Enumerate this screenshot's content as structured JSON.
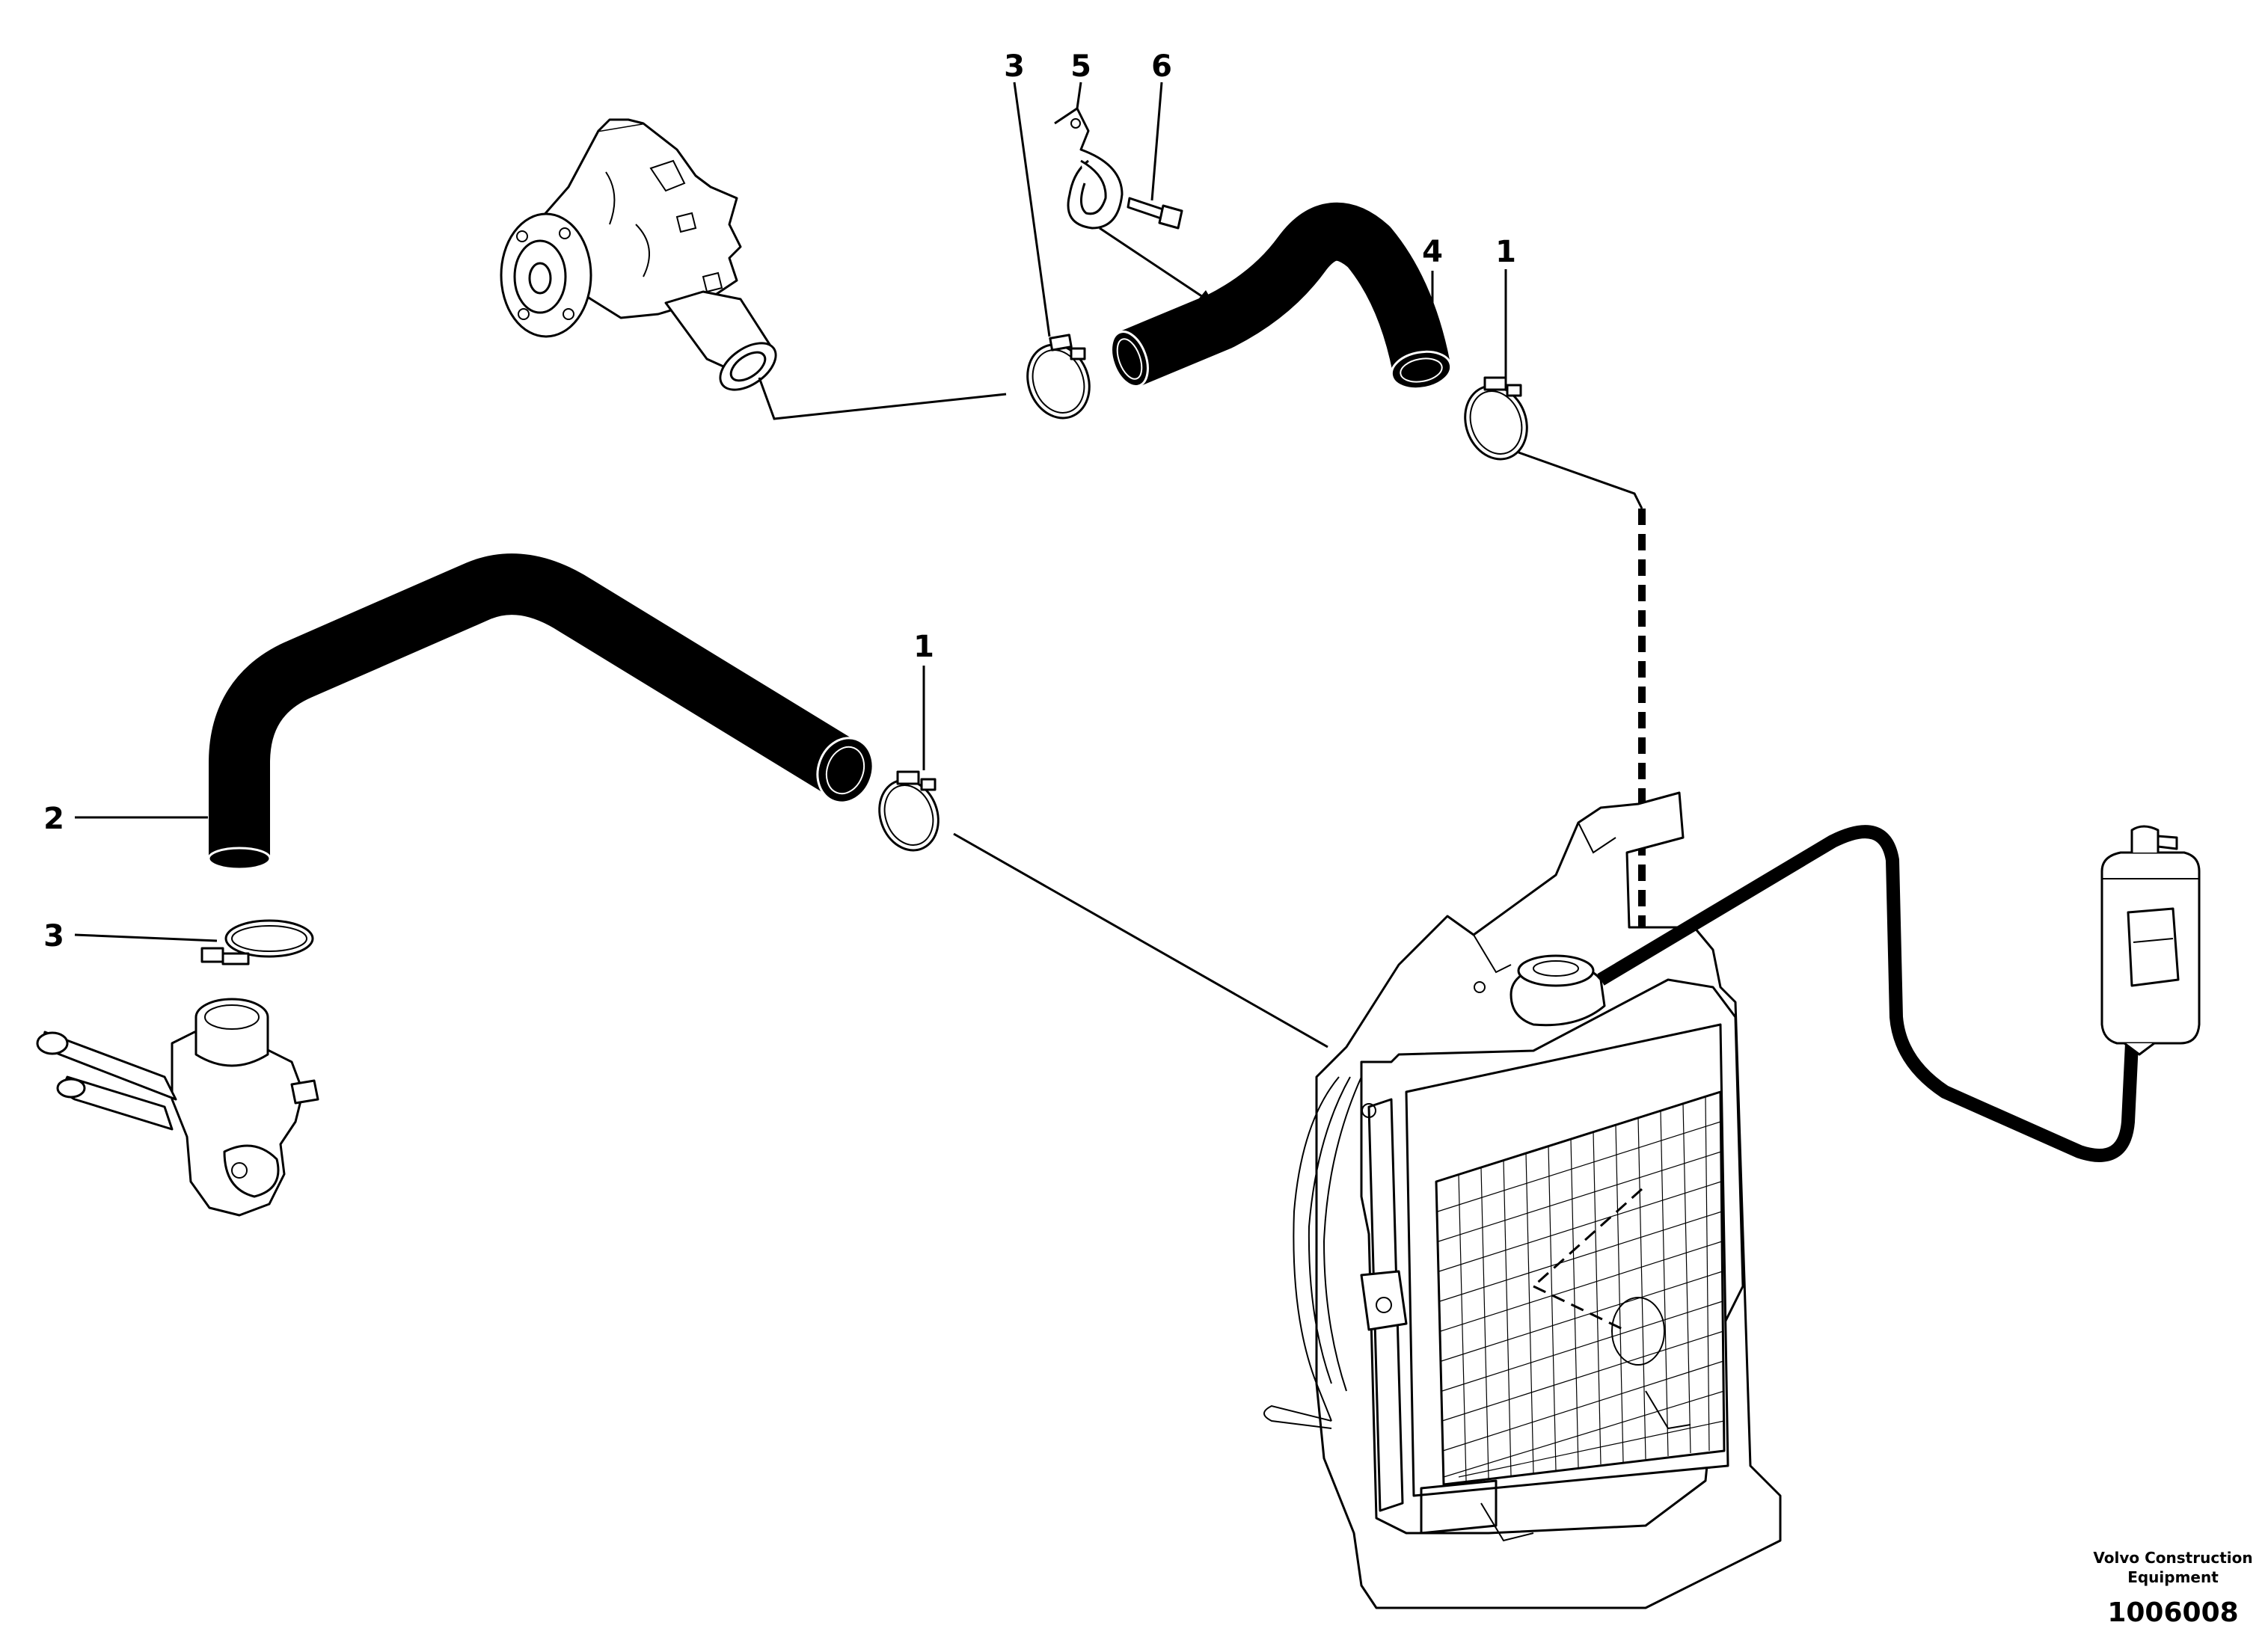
{
  "callouts": [
    {
      "id": "callout-3-top",
      "text": "3"
    },
    {
      "id": "callout-5",
      "text": "5"
    },
    {
      "id": "callout-6",
      "text": "6"
    },
    {
      "id": "callout-4",
      "text": "4"
    },
    {
      "id": "callout-1-right",
      "text": "1"
    },
    {
      "id": "callout-1-middle",
      "text": "1"
    },
    {
      "id": "callout-2",
      "text": "2"
    },
    {
      "id": "callout-3-left",
      "text": "3"
    }
  ],
  "footer": {
    "brand_line1": "Volvo Construction",
    "brand_line2": "Equipment",
    "doc_number": "1006008"
  }
}
